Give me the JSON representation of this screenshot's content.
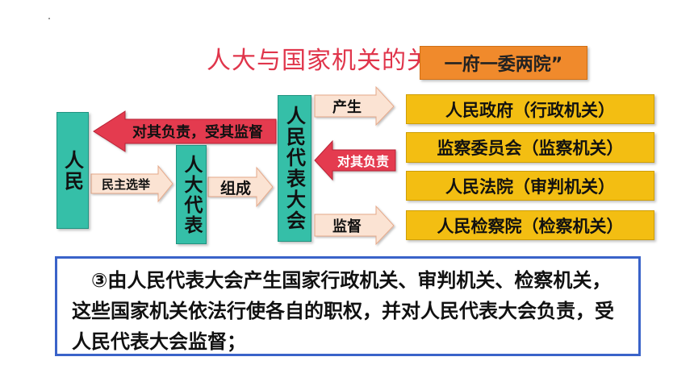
{
  "title": "人大与国家机关的关系",
  "orange_label": "一府一委两院”",
  "nodes": {
    "people": "人民",
    "deputies": "人大代表",
    "congress": "人民代表大会"
  },
  "arrows": {
    "responsible_to_people": "对其负责，受其监督",
    "democratic_election": "民主选举",
    "form": "组成",
    "produce": "产生",
    "responsible_to_congress": "对其负责",
    "supervise": "监督"
  },
  "organs": [
    "人民政府（行政机关）",
    "监察委员会（监察机关）",
    "人民法院（审判机关）",
    "人民检察院（检察机关）"
  ],
  "note": "③由人民代表大会产生国家行政机关、审判机关、检察机关，这些国家机关依法行使各自的职权，并对人民代表大会负责，受人民代表大会监督；",
  "colors": {
    "title": "#e0354b",
    "teal": "#35bfa8",
    "gold": "#f3be12",
    "orange": "#f08a2c",
    "red_arrow": "#e43b4f",
    "light_arrow": "#fbe3d3",
    "note_border": "#3a63c9"
  }
}
